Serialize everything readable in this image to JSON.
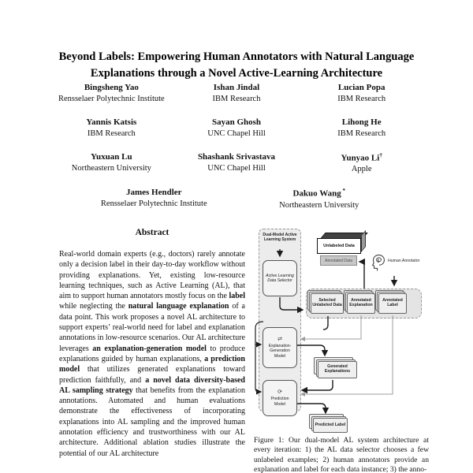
{
  "paper": {
    "title_line1": "Beyond Labels: Empowering Human Annotators with Natural Language",
    "title_line2": "Explanations through a Novel Active-Learning Architecture",
    "author_rows": [
      [
        {
          "name": "Bingsheng Yao",
          "sup": "",
          "affiliation": "Rensselaer Polytechnic Institute"
        },
        {
          "name": "Ishan Jindal",
          "sup": "",
          "affiliation": "IBM Research"
        },
        {
          "name": "Lucian Popa",
          "sup": "",
          "affiliation": "IBM Research"
        }
      ],
      [
        {
          "name": "Yannis Katsis",
          "sup": "",
          "affiliation": "IBM Research"
        },
        {
          "name": "Sayan Ghosh",
          "sup": "",
          "affiliation": "UNC Chapel Hill"
        },
        {
          "name": "Lihong He",
          "sup": "",
          "affiliation": "IBM Research"
        }
      ],
      [
        {
          "name": "Yuxuan Lu",
          "sup": "",
          "affiliation": "Northeastern University"
        },
        {
          "name": "Shashank Srivastava",
          "sup": "",
          "affiliation": "UNC Chapel Hill"
        },
        {
          "name": "Yunyao Li",
          "sup": "†",
          "affiliation": "Apple"
        }
      ],
      [
        {
          "name": "James Hendler",
          "sup": "",
          "affiliation": "Rensselaer Polytechnic Institute"
        },
        {
          "name": "Dakuo Wang",
          "sup": "*",
          "affiliation": "Northeastern University"
        }
      ]
    ],
    "abstract": {
      "heading": "Abstract",
      "segments": [
        {
          "text": "Real-world domain experts (e.g., doctors) rarely annotate only a decision label in their day-to-day workflow without providing explanations. Yet, existing low-resource learning techniques, such as Active Learning (AL), that aim to support human annotators mostly focus on the ",
          "bold": false
        },
        {
          "text": "label",
          "bold": true
        },
        {
          "text": " while neglecting the ",
          "bold": false
        },
        {
          "text": "natural language explanation",
          "bold": true
        },
        {
          "text": " of a data point. This work proposes a novel AL architecture to support experts’ real-world need for label and explanation annotations in low-resource scenarios. Our AL architecture leverages ",
          "bold": false
        },
        {
          "text": "an explanation-generation model",
          "bold": true
        },
        {
          "text": " to produce explanations guided by human explanations, ",
          "bold": false
        },
        {
          "text": "a prediction model",
          "bold": true
        },
        {
          "text": " that utilizes generated explanations toward prediction faithfully, and ",
          "bold": false
        },
        {
          "text": "a novel data diversity-based AL sampling strategy",
          "bold": true
        },
        {
          "text": " that benefits from the explanation annotations. Automated and human evaluations demonstrate the effectiveness of incorporating explanations into AL sampling and the improved human annotation efficiency and trustworthiness with our AL architecture. Additional ablation studies illustrate the potential of our AL architecture",
          "bold": false
        }
      ]
    },
    "figure": {
      "system_label": "Dual-Model Active Learning System",
      "selector_label": "Active Learning Data Selector",
      "unlabeled_data_label": "Unlabeled Data",
      "annotated_data_label": "Annotated Data",
      "human_annotator_label": "Human Annotator",
      "selected_unlabeled_label": "Selected Unlabeled Data",
      "annotated_explanation_label": "Annotated Explanation",
      "annotated_label_label": "Annotated Label",
      "explanation_model_label": "Explanation-Generation Model",
      "generated_explanations_label": "Generated Explanations",
      "prediction_model_label": "Prediction Model",
      "predicted_label_label": "Predicted Label",
      "caption": "Figure 1: Our dual-model AL system architecture at every iteration: 1) the AL data selector chooses a few unlabeled examples; 2) human annotators provide an explanation and label for each data instance; 3) the anno-"
    },
    "icons": {
      "cycle_glyph": "⇄",
      "refresh_glyph": "⟳"
    },
    "colors": {
      "page_bg": "#ffffff",
      "text": "#111111",
      "diagram_fill": "#ececec",
      "arrow_gray": "#9c9c9c"
    }
  }
}
